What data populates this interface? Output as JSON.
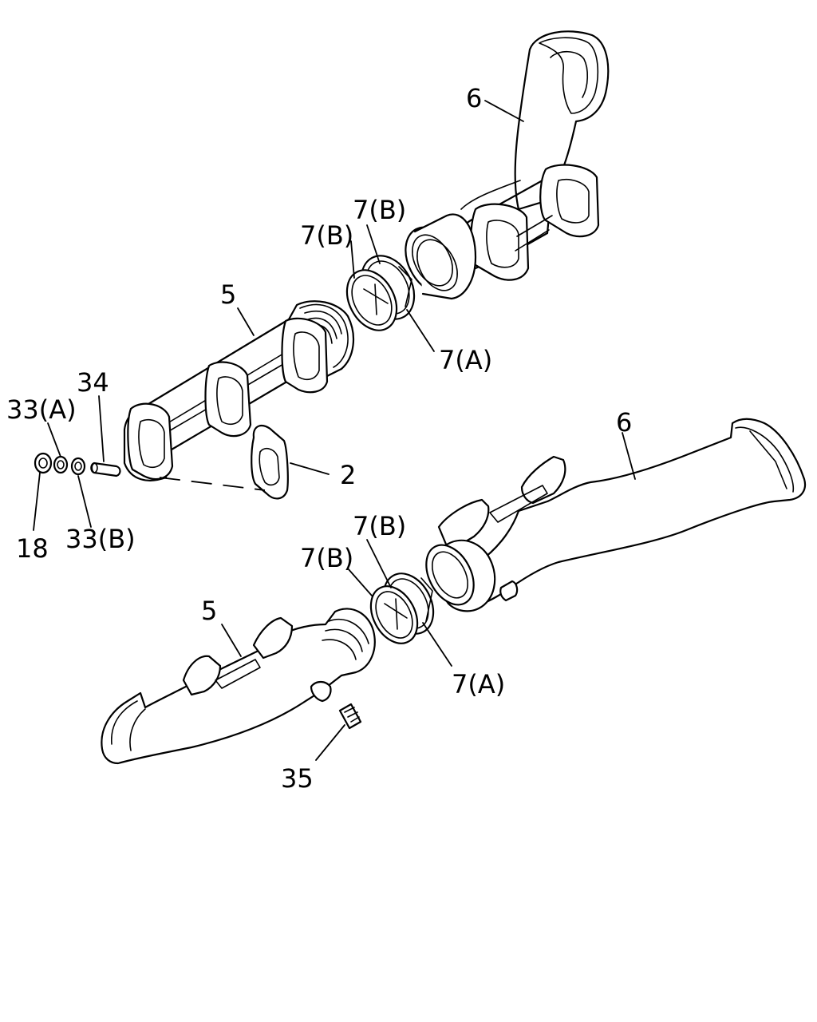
{
  "callouts": {
    "upper": {
      "part_6": "6",
      "part_7b_outer": "7(B)",
      "part_7b_inner": "7(B)",
      "part_5": "5",
      "part_7a": "7(A)",
      "part_34": "34",
      "part_33a": "33(A)",
      "part_2": "2",
      "part_18": "18",
      "part_33b": "33(B)"
    },
    "lower": {
      "part_6": "6",
      "part_7b_outer": "7(B)",
      "part_7b_inner": "7(B)",
      "part_5": "5",
      "part_7a": "7(A)",
      "part_35": "35"
    }
  }
}
